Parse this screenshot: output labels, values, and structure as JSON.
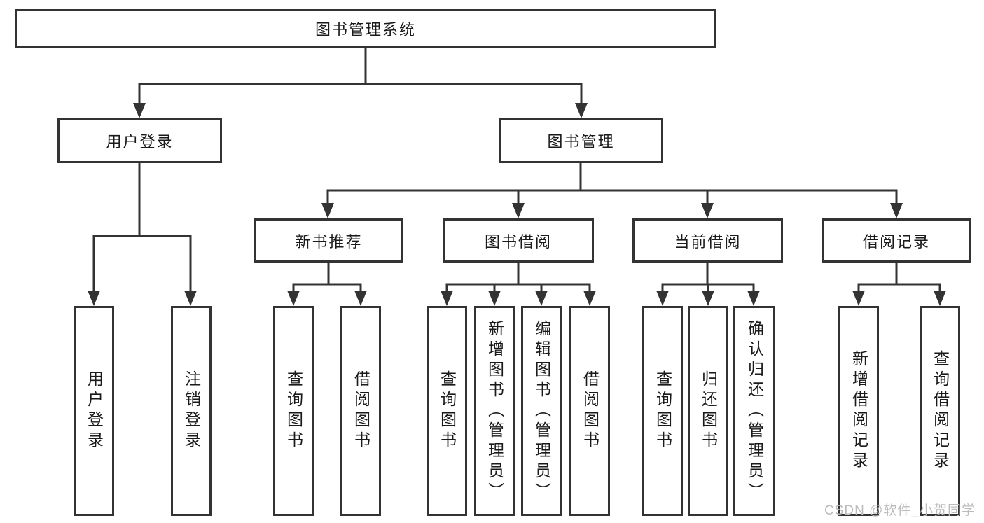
{
  "root": {
    "label": "图书管理系统"
  },
  "branches": {
    "user_login": {
      "label": "用户登录",
      "children": [
        {
          "label": "用户登录"
        },
        {
          "label": "注销登录"
        }
      ]
    },
    "book_mgmt": {
      "label": "图书管理",
      "groups": [
        {
          "label": "新书推荐",
          "children": [
            {
              "label": "查询图书"
            },
            {
              "label": "借阅图书"
            }
          ]
        },
        {
          "label": "图书借阅",
          "children": [
            {
              "label": "查询图书"
            },
            {
              "label": "新增图书（管理员）"
            },
            {
              "label": "编辑图书（管理员）"
            },
            {
              "label": "借阅图书"
            }
          ]
        },
        {
          "label": "当前借阅",
          "children": [
            {
              "label": "查询图书"
            },
            {
              "label": "归还图书"
            },
            {
              "label": "确认归还（管理员）"
            }
          ]
        },
        {
          "label": "借阅记录",
          "children": [
            {
              "label": "新增借阅记录"
            },
            {
              "label": "查询借阅记录"
            }
          ]
        }
      ]
    }
  },
  "watermark": {
    "text": "CSDN @软件_小贺同学"
  },
  "colors": {
    "line": "#333333",
    "text": "#1a1a1a",
    "watermark": "#bcbcbc",
    "background": "#ffffff"
  }
}
